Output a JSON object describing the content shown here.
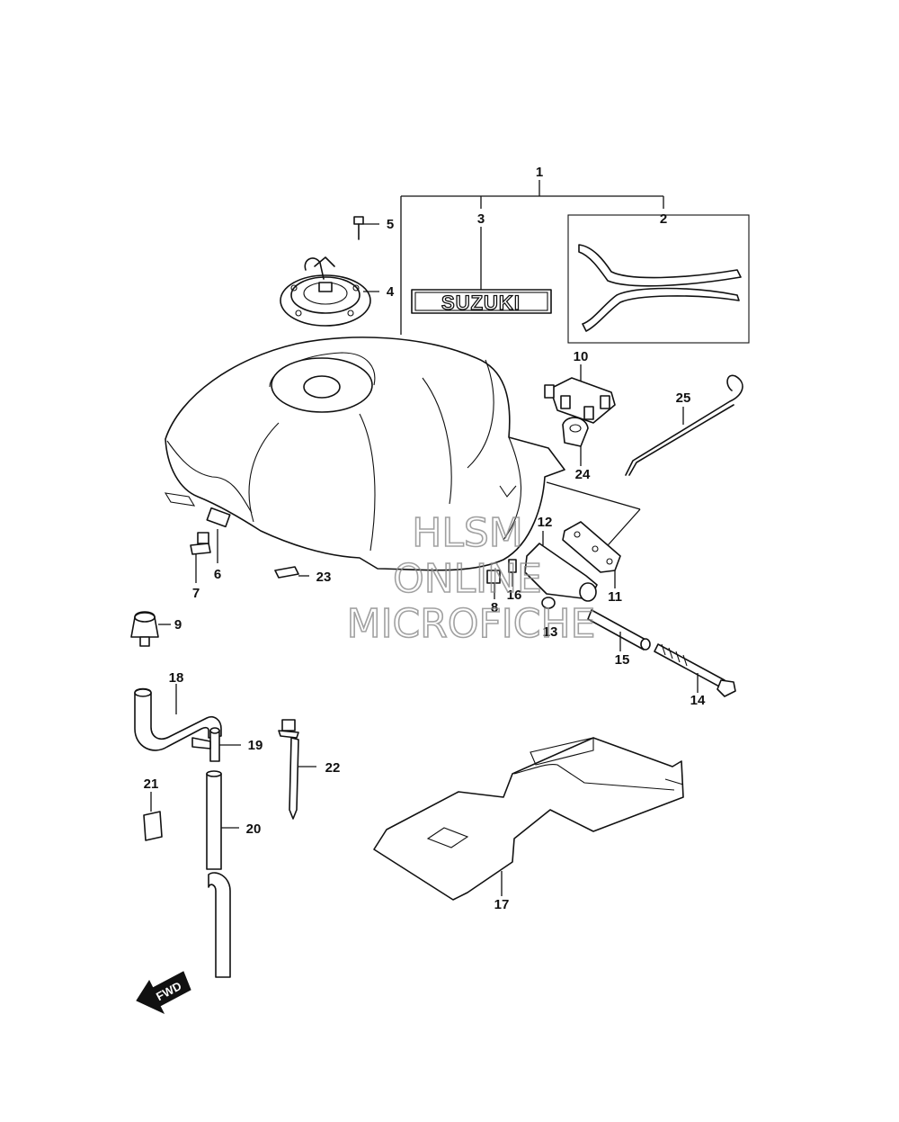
{
  "diagram": {
    "labels": {
      "n1": "1",
      "n2": "2",
      "n3": "3",
      "n4": "4",
      "n5": "5",
      "n6": "6",
      "n7": "7",
      "n8": "8",
      "n9": "9",
      "n10": "10",
      "n11": "11",
      "n12": "12",
      "n13": "13",
      "n14": "14",
      "n15": "15",
      "n16": "16",
      "n17": "17",
      "n18": "18",
      "n19": "19",
      "n20": "20",
      "n21": "21",
      "n22": "22",
      "n23": "23",
      "n24": "24",
      "n25": "25"
    },
    "emblem_text": "SUZUKI",
    "fwd_text": "FWD"
  },
  "watermark": {
    "line1": "HLSM",
    "line2": "ONLINE",
    "line3": "MICROFICHE"
  }
}
